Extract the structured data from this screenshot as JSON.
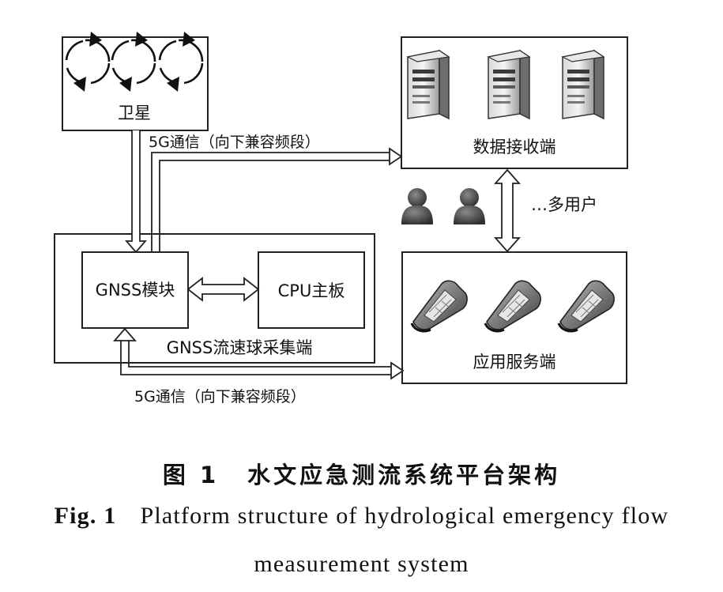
{
  "diagram": {
    "satellite_label": "卫星",
    "data_receiver_label": "数据接收端",
    "multi_user_label": "…多用户",
    "gnss_module_label": "GNSS模块",
    "cpu_board_label": "CPU主板",
    "gnss_ball_label": "GNSS流速球采集端",
    "app_service_label": "应用服务端",
    "comm_top_label": "5G通信（向下兼容频段）",
    "comm_bottom_label": "5G通信（向下兼容频段）"
  },
  "caption": {
    "zh_fig": "图 1",
    "zh_title": "水文应急测流系统平台架构",
    "en_fig": "Fig. 1",
    "en_line1": "Platform structure of hydrological emergency flow",
    "en_line2": "measurement system"
  },
  "icons": {
    "satellite": "orbit-arrows-icon",
    "server": "server-tower-icon",
    "user": "user-silhouette-icon",
    "phone": "mobile-phone-icon"
  }
}
